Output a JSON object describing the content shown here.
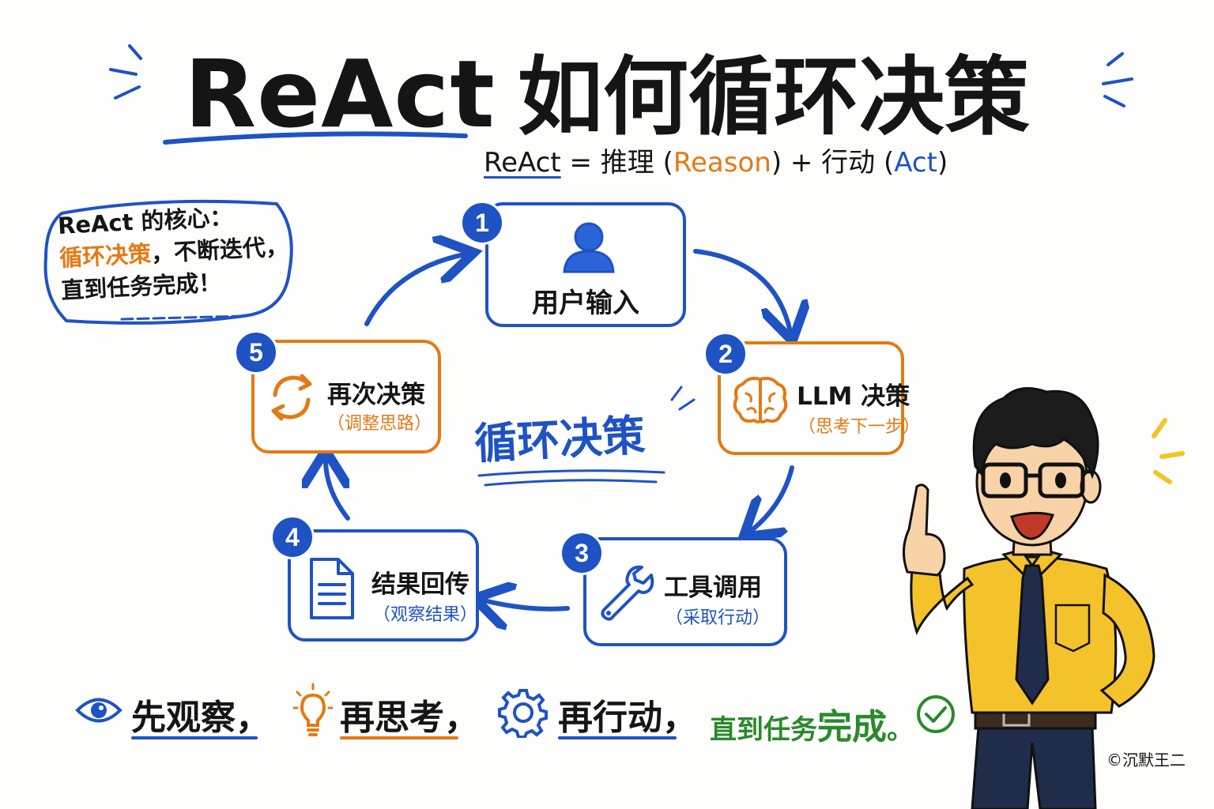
{
  "title": {
    "latin": "ReAct",
    "cjk": "如何循环决策"
  },
  "subtitle": {
    "react": "ReAct",
    "eq": " = 推理 (",
    "reason": "Reason",
    "plus": ") + 行动 (",
    "act": "Act",
    "close": ")"
  },
  "note": {
    "line1": "ReAct 的核心：",
    "highlight": "循环决策",
    "line2_rest": "，不断迭代，",
    "line3": "直到任务完成！"
  },
  "steps": [
    {
      "num": "1",
      "title": "用户输入",
      "sub": "",
      "icon": "user-icon"
    },
    {
      "num": "2",
      "title": "LLM 决策",
      "sub": "（思考下一步）",
      "icon": "brain-icon"
    },
    {
      "num": "3",
      "title": "工具调用",
      "sub": "（采取行动）",
      "icon": "wrench-icon"
    },
    {
      "num": "4",
      "title": "结果回传",
      "sub": "（观察结果）",
      "icon": "document-icon"
    },
    {
      "num": "5",
      "title": "再次决策",
      "sub": "（调整思路）",
      "icon": "refresh-icon"
    }
  ],
  "center_label": "循环决策",
  "bottom": {
    "observe": "先观察，",
    "think": "再思考，",
    "act": "再行动，",
    "finish_a": "直到任务",
    "finish_b": "完成",
    "finish_c": "。",
    "icons": [
      "eye-icon",
      "lightbulb-icon",
      "gear-icon",
      "check-icon"
    ]
  },
  "copyright": "©沉默王二",
  "colors": {
    "blue": "#1f53c4",
    "orange": "#e37a14",
    "green": "#2a8a2a",
    "yellow": "#f3c423"
  }
}
